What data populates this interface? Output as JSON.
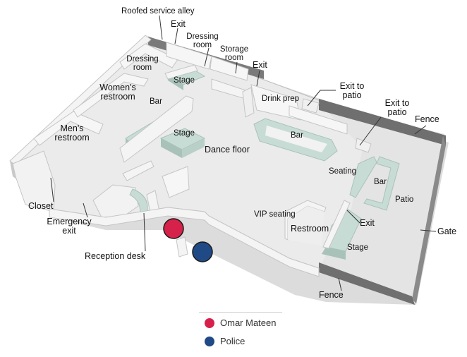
{
  "labels": {
    "roofed_service_alley": "Roofed service alley",
    "exit_top": "Exit",
    "dressing_room_top_1": "Dressing",
    "dressing_room_top_2": "room",
    "storage_room_1": "Storage",
    "storage_room_2": "room",
    "exit_storage": "Exit",
    "dressing_room_left_1": "Dressing",
    "dressing_room_left_2": "room",
    "stage_top": "Stage",
    "womens_restroom_1": "Women's",
    "womens_restroom_2": "restroom",
    "bar_left": "Bar",
    "drink_prep": "Drink prep",
    "exit_to_patio_1_a": "Exit to",
    "exit_to_patio_1_b": "patio",
    "exit_to_patio_2_a": "Exit to",
    "exit_to_patio_2_b": "patio",
    "fence_top": "Fence",
    "mens_restroom_1": "Men's",
    "mens_restroom_2": "restroom",
    "stage_middle": "Stage",
    "bar_center": "Bar",
    "dance_floor": "Dance floor",
    "seating": "Seating",
    "bar_patio": "Bar",
    "patio": "Patio",
    "closet": "Closet",
    "emergency_exit_1": "Emergency",
    "emergency_exit_2": "exit",
    "vip_seating": "VIP seating",
    "restroom": "Restroom",
    "exit_right": "Exit",
    "gate": "Gate",
    "stage_bottom": "Stage",
    "reception_desk": "Reception desk",
    "fence_bottom": "Fence"
  },
  "legend": {
    "items": [
      {
        "label": "Omar Mateen",
        "color": "#d6214a"
      },
      {
        "label": "Police",
        "color": "#1f4a86"
      }
    ]
  },
  "colors": {
    "floor": "#e9e9e9",
    "wall_top": "#f7f7f7",
    "wall_side": "#c9c9c9",
    "fixture": "#c8dcd6",
    "fence": "#6f6f6f"
  }
}
